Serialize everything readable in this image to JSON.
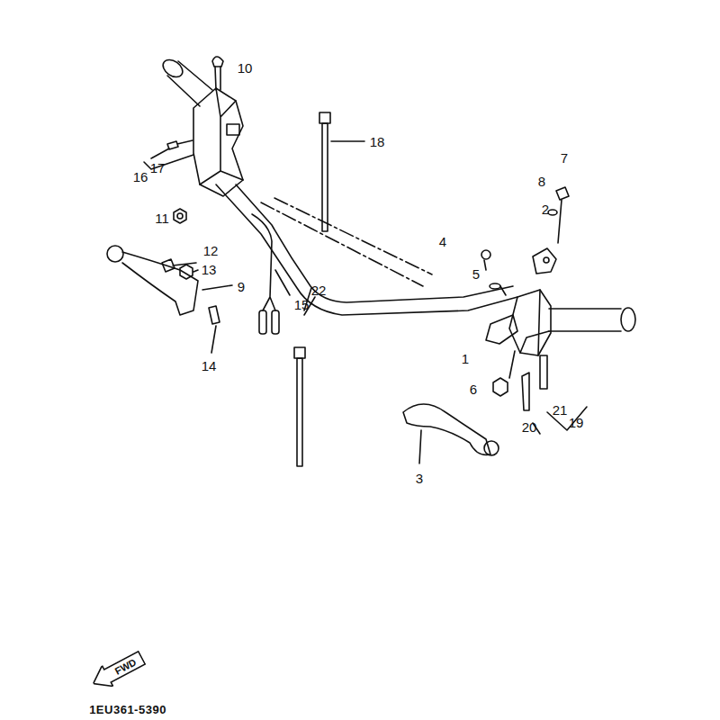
{
  "diagram": {
    "nodes": [
      {
        "text": [
          "FWD"
        ]
      }
    ],
    "edges": [],
    "labels": [
      "10",
      "17",
      "16",
      "11",
      "12",
      "13",
      "9",
      "14",
      "15",
      "18",
      "7",
      "8",
      "2",
      "4",
      "5",
      "1",
      "6",
      "21",
      "20",
      "19",
      "3",
      "22",
      "1EU361-5390"
    ]
  }
}
